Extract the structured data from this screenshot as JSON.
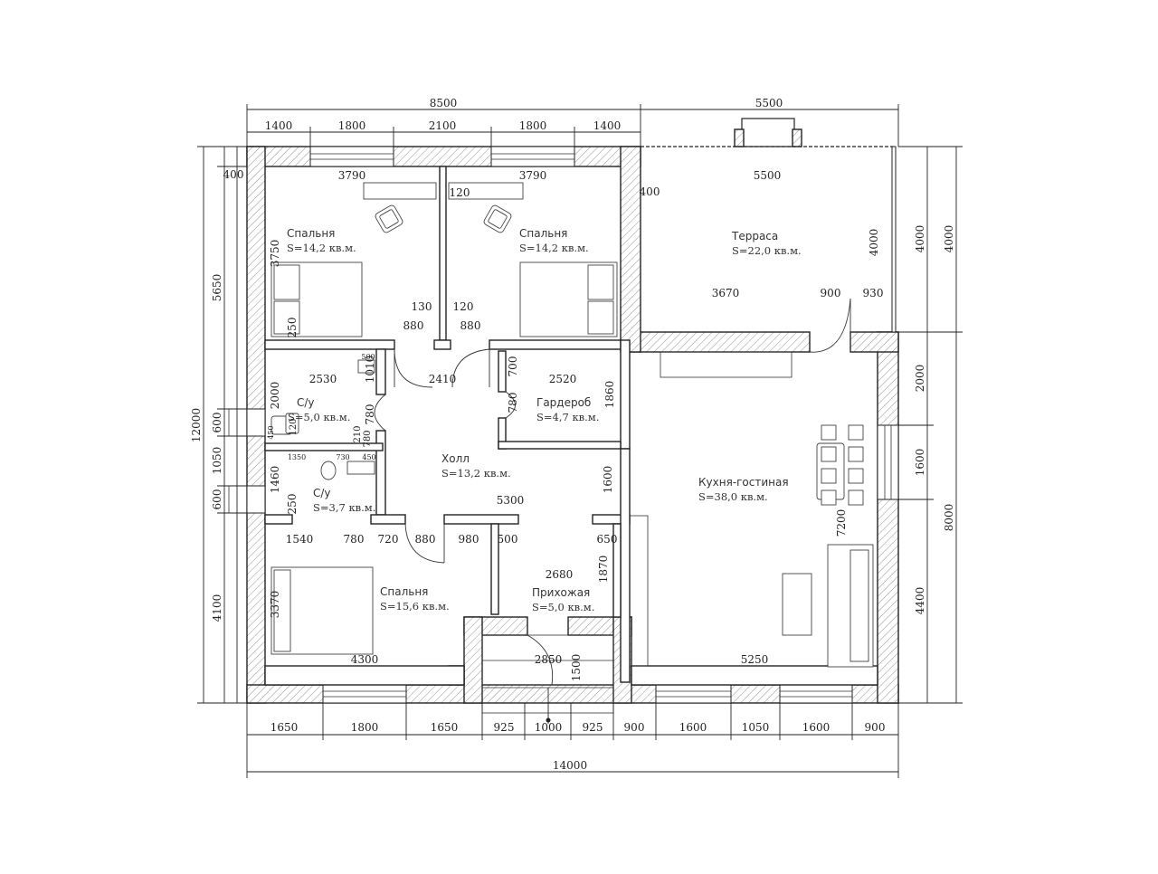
{
  "rooms": [
    {
      "key": "bed1",
      "name": "Спальня",
      "area": "S=14,2 кв.м."
    },
    {
      "key": "bed2",
      "name": "Спальня",
      "area": "S=14,2 кв.м."
    },
    {
      "key": "terrace",
      "name": "Терраса",
      "area": "S=22,0 кв.м."
    },
    {
      "key": "bath1",
      "name": "С/у",
      "area": "S=5,0 кв.м."
    },
    {
      "key": "wardrobe",
      "name": "Гардероб",
      "area": "S=4,7 кв.м."
    },
    {
      "key": "hall",
      "name": "Холл",
      "area": "S=13,2 кв.м."
    },
    {
      "key": "bath2",
      "name": "С/у",
      "area": "S=3,7 кв.м."
    },
    {
      "key": "kitchen",
      "name": "Кухня-гостиная",
      "area": "S=38,0 кв.м."
    },
    {
      "key": "bed3",
      "name": "Спальня",
      "area": "S=15,6 кв.м."
    },
    {
      "key": "entry",
      "name": "Прихожая",
      "area": "S=5,0 кв.м."
    }
  ],
  "dims": {
    "top_total_left": "8500",
    "top_total_right": "5500",
    "top_row": [
      "1400",
      "1800",
      "2100",
      "1800",
      "1400"
    ],
    "bottom_row": [
      "1650",
      "1800",
      "1650",
      "925",
      "1000",
      "925",
      "900",
      "1600",
      "1050",
      "1600",
      "900"
    ],
    "bottom_total": "14000",
    "left_outer": "12000",
    "left_mid": [
      "5650",
      "4100"
    ],
    "left_row": [
      "400",
      "600",
      "1050",
      "600"
    ],
    "right_row": [
      "4000",
      "2000",
      "1600",
      "4400"
    ],
    "right_outer": [
      "4000",
      "8000"
    ],
    "interior": {
      "bed1_w": "3790",
      "bed2_w": "3790",
      "bed1_h": "3750",
      "part_120_top": "120",
      "terrace_400": "400",
      "terrace_w": "5500",
      "terrace_h": "4000",
      "terrace_3670": "3670",
      "terrace_900": "900",
      "terrace_930": "930",
      "door_880_l": "880",
      "door_880_r": "880",
      "wall_130": "130",
      "wall_120": "120",
      "bed1_250": "250",
      "bath_2530": "2530",
      "bath_500": "500",
      "bath_1010": "1010",
      "hall_2410": "2410",
      "bath_2000": "2000",
      "bath_780": "780",
      "bath_210": "210",
      "bath_780b": "780",
      "bath_450": "450",
      "bath_120": "120",
      "ward_700": "700",
      "ward_2520": "2520",
      "ward_780": "780",
      "ward_1860": "1860",
      "b2_1350": "1350",
      "b2_730": "730",
      "b2_450": "450",
      "b2_1460": "1460",
      "b2_250": "250",
      "hall_1600": "1600",
      "hall_5300": "5300",
      "row_1540": "1540",
      "row_780": "780",
      "row_720": "720",
      "row_880": "880",
      "row_980": "980",
      "row_500": "500",
      "row_650": "650",
      "entry_2680": "2680",
      "entry_1870": "1870",
      "bed3_3370": "3370",
      "bed3_4300": "4300",
      "entry_2850": "2850",
      "entry_1500": "1500",
      "kit_7200": "7200",
      "kit_5250": "5250"
    }
  }
}
